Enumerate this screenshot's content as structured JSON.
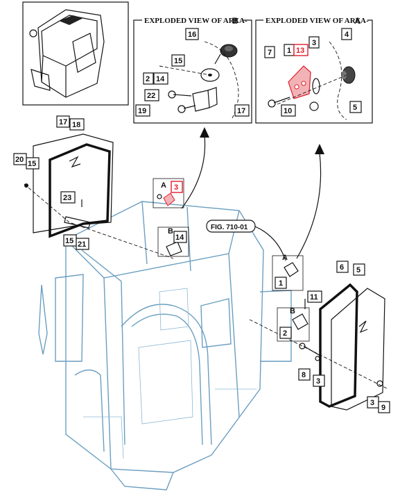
{
  "figure_label": "FIG. 710-01",
  "panel_b": {
    "title": "EXPLODED VIEW OF AREA-",
    "letter": "B",
    "callouts": [
      "16",
      "15",
      "2",
      "14",
      "22",
      "19",
      "17"
    ]
  },
  "panel_a": {
    "title": "EXPLODED VIEW OF AREA-",
    "letter": "A",
    "callouts": [
      "1",
      "13",
      "3",
      "4",
      "7",
      "10",
      "5"
    ],
    "highlighted": "13"
  },
  "main_callouts": {
    "left_window": [
      "17",
      "18",
      "20",
      "15",
      "23",
      "15",
      "21"
    ],
    "area_a_top": [
      "A",
      "3"
    ],
    "area_b_top": [
      "B",
      "14"
    ],
    "area_a_side": [
      "A",
      "1"
    ],
    "area_b_side": [
      "B",
      "2"
    ],
    "right_window": [
      "6",
      "5",
      "11",
      "8",
      "3",
      "3",
      "9"
    ]
  },
  "colors": {
    "cab_lines": "#6a9ec0",
    "highlight": "#e11d2a",
    "ink": "#111111"
  }
}
